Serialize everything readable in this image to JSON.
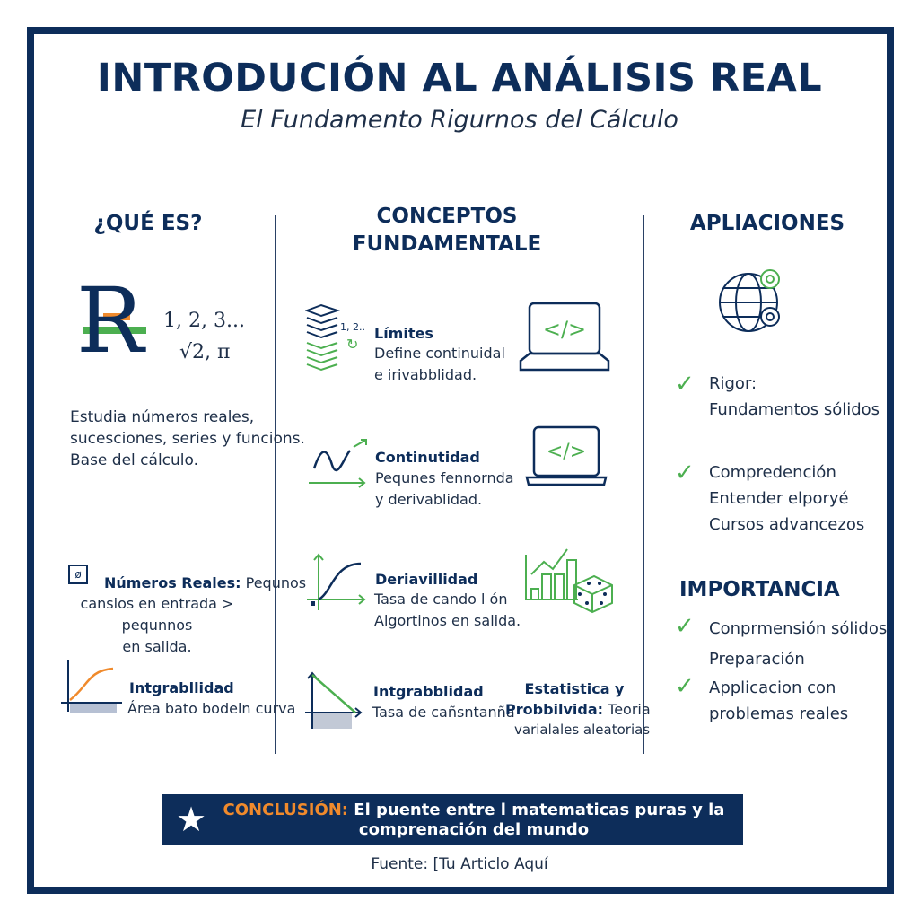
{
  "header": {
    "title": "INTRODUCIÓN AL ANÁLISIS REAL",
    "subtitle": "El Fundamento Rigurnos del Cálculo"
  },
  "left": {
    "heading": "¿QUÉ ES?",
    "symbol": "R",
    "numbers_line1": "1, 2, 3...",
    "numbers_line2": "√2, π",
    "description": [
      "Estudia números reales,",
      "sucesciones, series y funcions.",
      "Base del cálculo."
    ],
    "items": [
      {
        "title": "Números Reales:",
        "text_inline": "Pequnos",
        "text_lines": [
          "cansios en entrada > pequnnos",
          "en salida."
        ]
      },
      {
        "title": "Intgrabllidad",
        "text": "Área bato bodeln curva"
      }
    ]
  },
  "middle": {
    "heading_line1": "CONCEPTOS",
    "heading_line2": "FUNDAMENTALE",
    "icon_label": "1, 2..",
    "items": [
      {
        "title": "Límites",
        "lines": [
          "Define continuidal",
          "e irivabblidad."
        ]
      },
      {
        "title": "Continutidad",
        "lines": [
          "Pequnes fennornda",
          "y derivablidad."
        ]
      },
      {
        "title": "Deriavillidad",
        "lines": [
          "Tasa de cando l ón",
          "Algortinos en salida."
        ]
      },
      {
        "title": "Intgrabblidad",
        "lines": [
          "Tasa de cañsntanña"
        ]
      }
    ],
    "stats": {
      "title_line1": "Estatistica y",
      "title_line2": "Probbilvida:",
      "inline": "Teoria",
      "line3": "varialales aleatorias"
    }
  },
  "right": {
    "heading": "APLIACIONES",
    "items": [
      {
        "lines": [
          "Rigor:",
          "Fundamentos sólidos"
        ]
      },
      {
        "lines": [
          "Compredención",
          "Entender elporyé",
          "Cursos advancezos"
        ]
      }
    ],
    "importance_heading": "IMPORTANCIA",
    "importance": [
      "Conprmensión sólidos",
      "Preparación",
      "Applicacion con",
      "problemas reales"
    ]
  },
  "conclusion": {
    "label": "CONCLUSIÓN:",
    "text_line1": "El puente entre l matematicas puras y la",
    "text_line2": "comprenación del mundo"
  },
  "footer": {
    "source": "Fuente: [Tu Articlo Aquí"
  },
  "colors": {
    "navy": "#0d2d5a",
    "green": "#4caf50",
    "orange": "#f08a2c"
  }
}
